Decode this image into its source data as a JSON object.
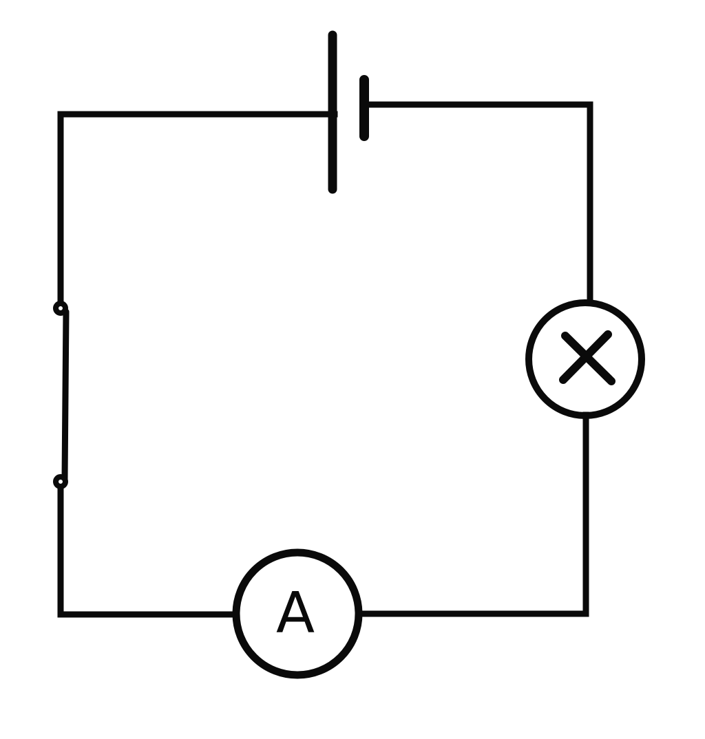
{
  "diagram": {
    "type": "circuit-schematic",
    "colors": {
      "background": "#ffffff",
      "line": "#0a0a0a"
    },
    "components": {
      "battery": {
        "name": "cell",
        "orientation": "horizontal",
        "long_plate": "positive",
        "short_plate": "negative"
      },
      "switch": {
        "name": "switch",
        "state": "closed",
        "terminals": 2
      },
      "lamp": {
        "name": "lamp",
        "symbol": "X"
      },
      "ammeter": {
        "name": "ammeter",
        "label": "A"
      }
    }
  }
}
